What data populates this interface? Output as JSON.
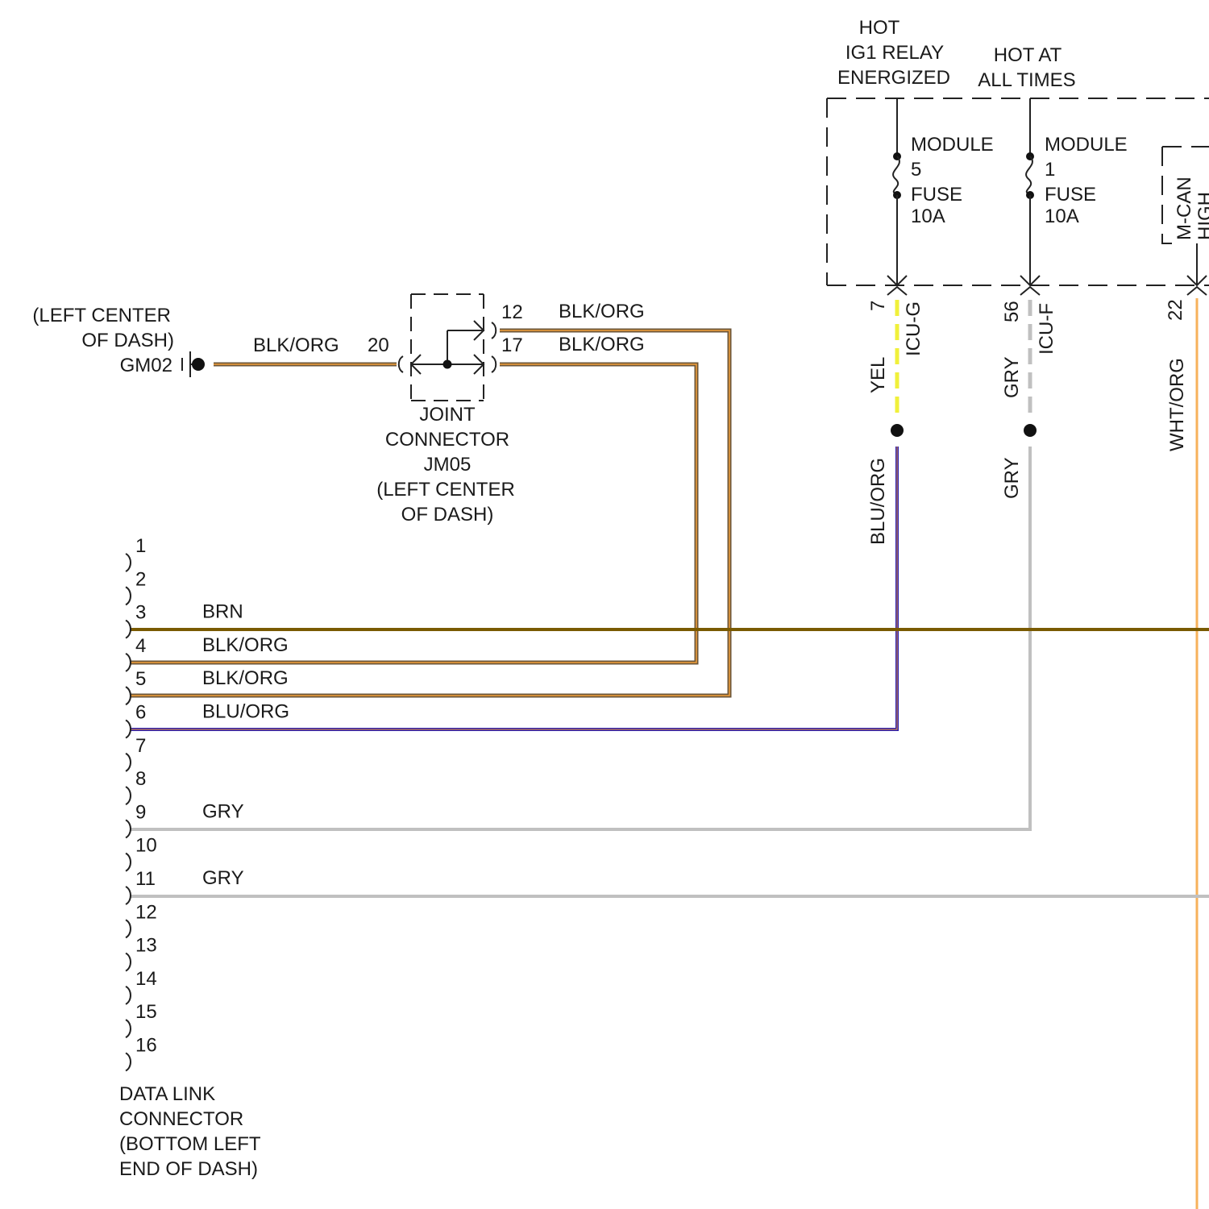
{
  "hot_ig1": [
    "HOT",
    "IG1 RELAY",
    "ENERGIZED"
  ],
  "hot_all": [
    "HOT AT",
    "ALL TIMES"
  ],
  "fuse_5": [
    "MODULE",
    "5",
    "FUSE",
    "10A"
  ],
  "fuse_1": [
    "MODULE",
    "1",
    "FUSE",
    "10A"
  ],
  "mcan_box": [
    "M-CAN",
    "HIGH"
  ],
  "ground": {
    "location": [
      "(LEFT CENTER",
      "OF DASH)"
    ],
    "name": "GM02",
    "wire": "BLK/ORG",
    "pin": "20"
  },
  "joint": {
    "pin_12": "12",
    "wire_12": "BLK/ORG",
    "pin_17": "17",
    "wire_17": "BLK/ORG",
    "label": [
      "JOINT",
      "CONNECTOR",
      "JM05",
      "(LEFT CENTER",
      "OF DASH)"
    ]
  },
  "icu": {
    "g_pin": "7",
    "g_name": "ICU-G",
    "g_wire": "YEL",
    "g_wire_below": "BLU/ORG",
    "f_pin": "56",
    "f_name": "ICU-F",
    "f_wire": "GRY",
    "f_wire_below": "GRY",
    "pin_22": "22",
    "wire_22": "WHT/ORG"
  },
  "dlc": {
    "pins": [
      "1",
      "2",
      "3",
      "4",
      "5",
      "6",
      "7",
      "8",
      "9",
      "10",
      "11",
      "12",
      "13",
      "14",
      "15",
      "16"
    ],
    "wires": [
      {
        "pin": "3",
        "color": "BRN"
      },
      {
        "pin": "4",
        "color": "BLK/ORG"
      },
      {
        "pin": "5",
        "color": "BLK/ORG"
      },
      {
        "pin": "6",
        "color": "BLU/ORG"
      },
      {
        "pin": "9",
        "color": "GRY"
      },
      {
        "pin": "11",
        "color": "GRY"
      }
    ],
    "label": [
      "DATA LINK",
      "CONNECTOR",
      "(BOTTOM LEFT",
      "END OF DASH)"
    ]
  },
  "colors": {
    "blk_org_dark": "#6b5538",
    "blk_org_light": "#f5a13a",
    "brn": "#7a5a00",
    "blu": "#2a1cae",
    "gry": "#c0c0c0",
    "yel": "#f0f03a",
    "wht_org": "#f7b25b"
  }
}
